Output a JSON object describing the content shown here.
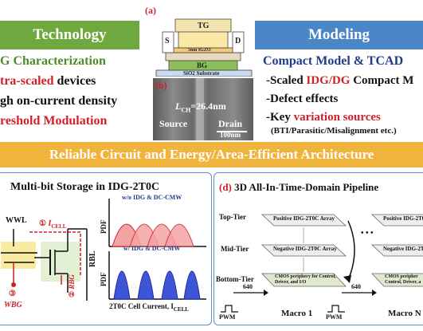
{
  "technology": {
    "banner": "Technology",
    "lines": [
      {
        "prefix": "",
        "text": "G Characterization"
      },
      {
        "prefix": "tra-scaled",
        "text": " devices"
      },
      {
        "prefix": "",
        "text": "gh on-current density"
      },
      {
        "prefix": "reshold Modulation",
        "text": ""
      }
    ]
  },
  "device": {
    "panel_a": "(a)",
    "panel_b": "(b)",
    "tg": "TG",
    "s": "S",
    "d": "D",
    "channel": "5nm IGZO",
    "bg": "BG",
    "substrate": "SiO2 Substrate",
    "lch": "L",
    "lch_sub": "CH",
    "lch_val": "=26.4nm",
    "source": "Source",
    "drain": "Drain",
    "scale": "100nm"
  },
  "modeling": {
    "banner": "Modeling",
    "title": "Compact Model & TCAD",
    "items": [
      {
        "pre": "-Scaled ",
        "hl": "IDG/DG",
        "post": " Compact M"
      },
      {
        "pre": "-Defect effects",
        "hl": "",
        "post": ""
      },
      {
        "pre": "-Key ",
        "hl": "variation sources",
        "post": ""
      }
    ],
    "note": "(BTI/Parasitic/Misalignment etc.)"
  },
  "architecture": {
    "banner": "Reliable Circuit and Energy/Area-Efficient Architecture"
  },
  "storage": {
    "title": "Multi-bit Storage in IDG-2T0C",
    "wwl": "WWL",
    "icell_num": "①",
    "icell": "I",
    "icell_sub": "CELL",
    "rbl": "RBL",
    "rbg_num": "②",
    "rbg": "RBG",
    "wbg_num": "③",
    "wbg": "WBG",
    "pdf1": "PDF",
    "pdf2": "PDF",
    "curve1_label": "w/o IDG & DC-CMW",
    "curve2_label": "w/ IDG & DC-CMW",
    "xaxis": "2T0C Cell Current, I",
    "xaxis_sub": "CELL"
  },
  "pipeline": {
    "panel": "(d)",
    "title": "3D All-In-Time-Domain Pipeline",
    "top_tier": "Top-Tier",
    "mid_tier": "Mid-Tier",
    "bottom_tier": "Bottom-Tier",
    "pos_array": "Positive IDG-2T0C Array",
    "pos_array2": "Positive IDG-2T0",
    "neg_array": "Negative IDG-2T0C Array",
    "neg_array2": "Negative IDG-2T",
    "cmos1": "CMOS periphery for Control, Driver, and I/O",
    "cmos2": "CMOS peripher Control, Driver, a",
    "n640a": "640",
    "n640b": "640",
    "pwm1": "PWM",
    "pwm2": "PWM",
    "macro1": "Macro 1",
    "macro2": "Macro N",
    "dots": "• • •"
  },
  "colors": {
    "tech_green": "#6fa83e",
    "model_blue": "#4b86c6",
    "arch_orange": "#f0b43c",
    "red": "#d0202a",
    "navy": "#1f3b8a"
  }
}
